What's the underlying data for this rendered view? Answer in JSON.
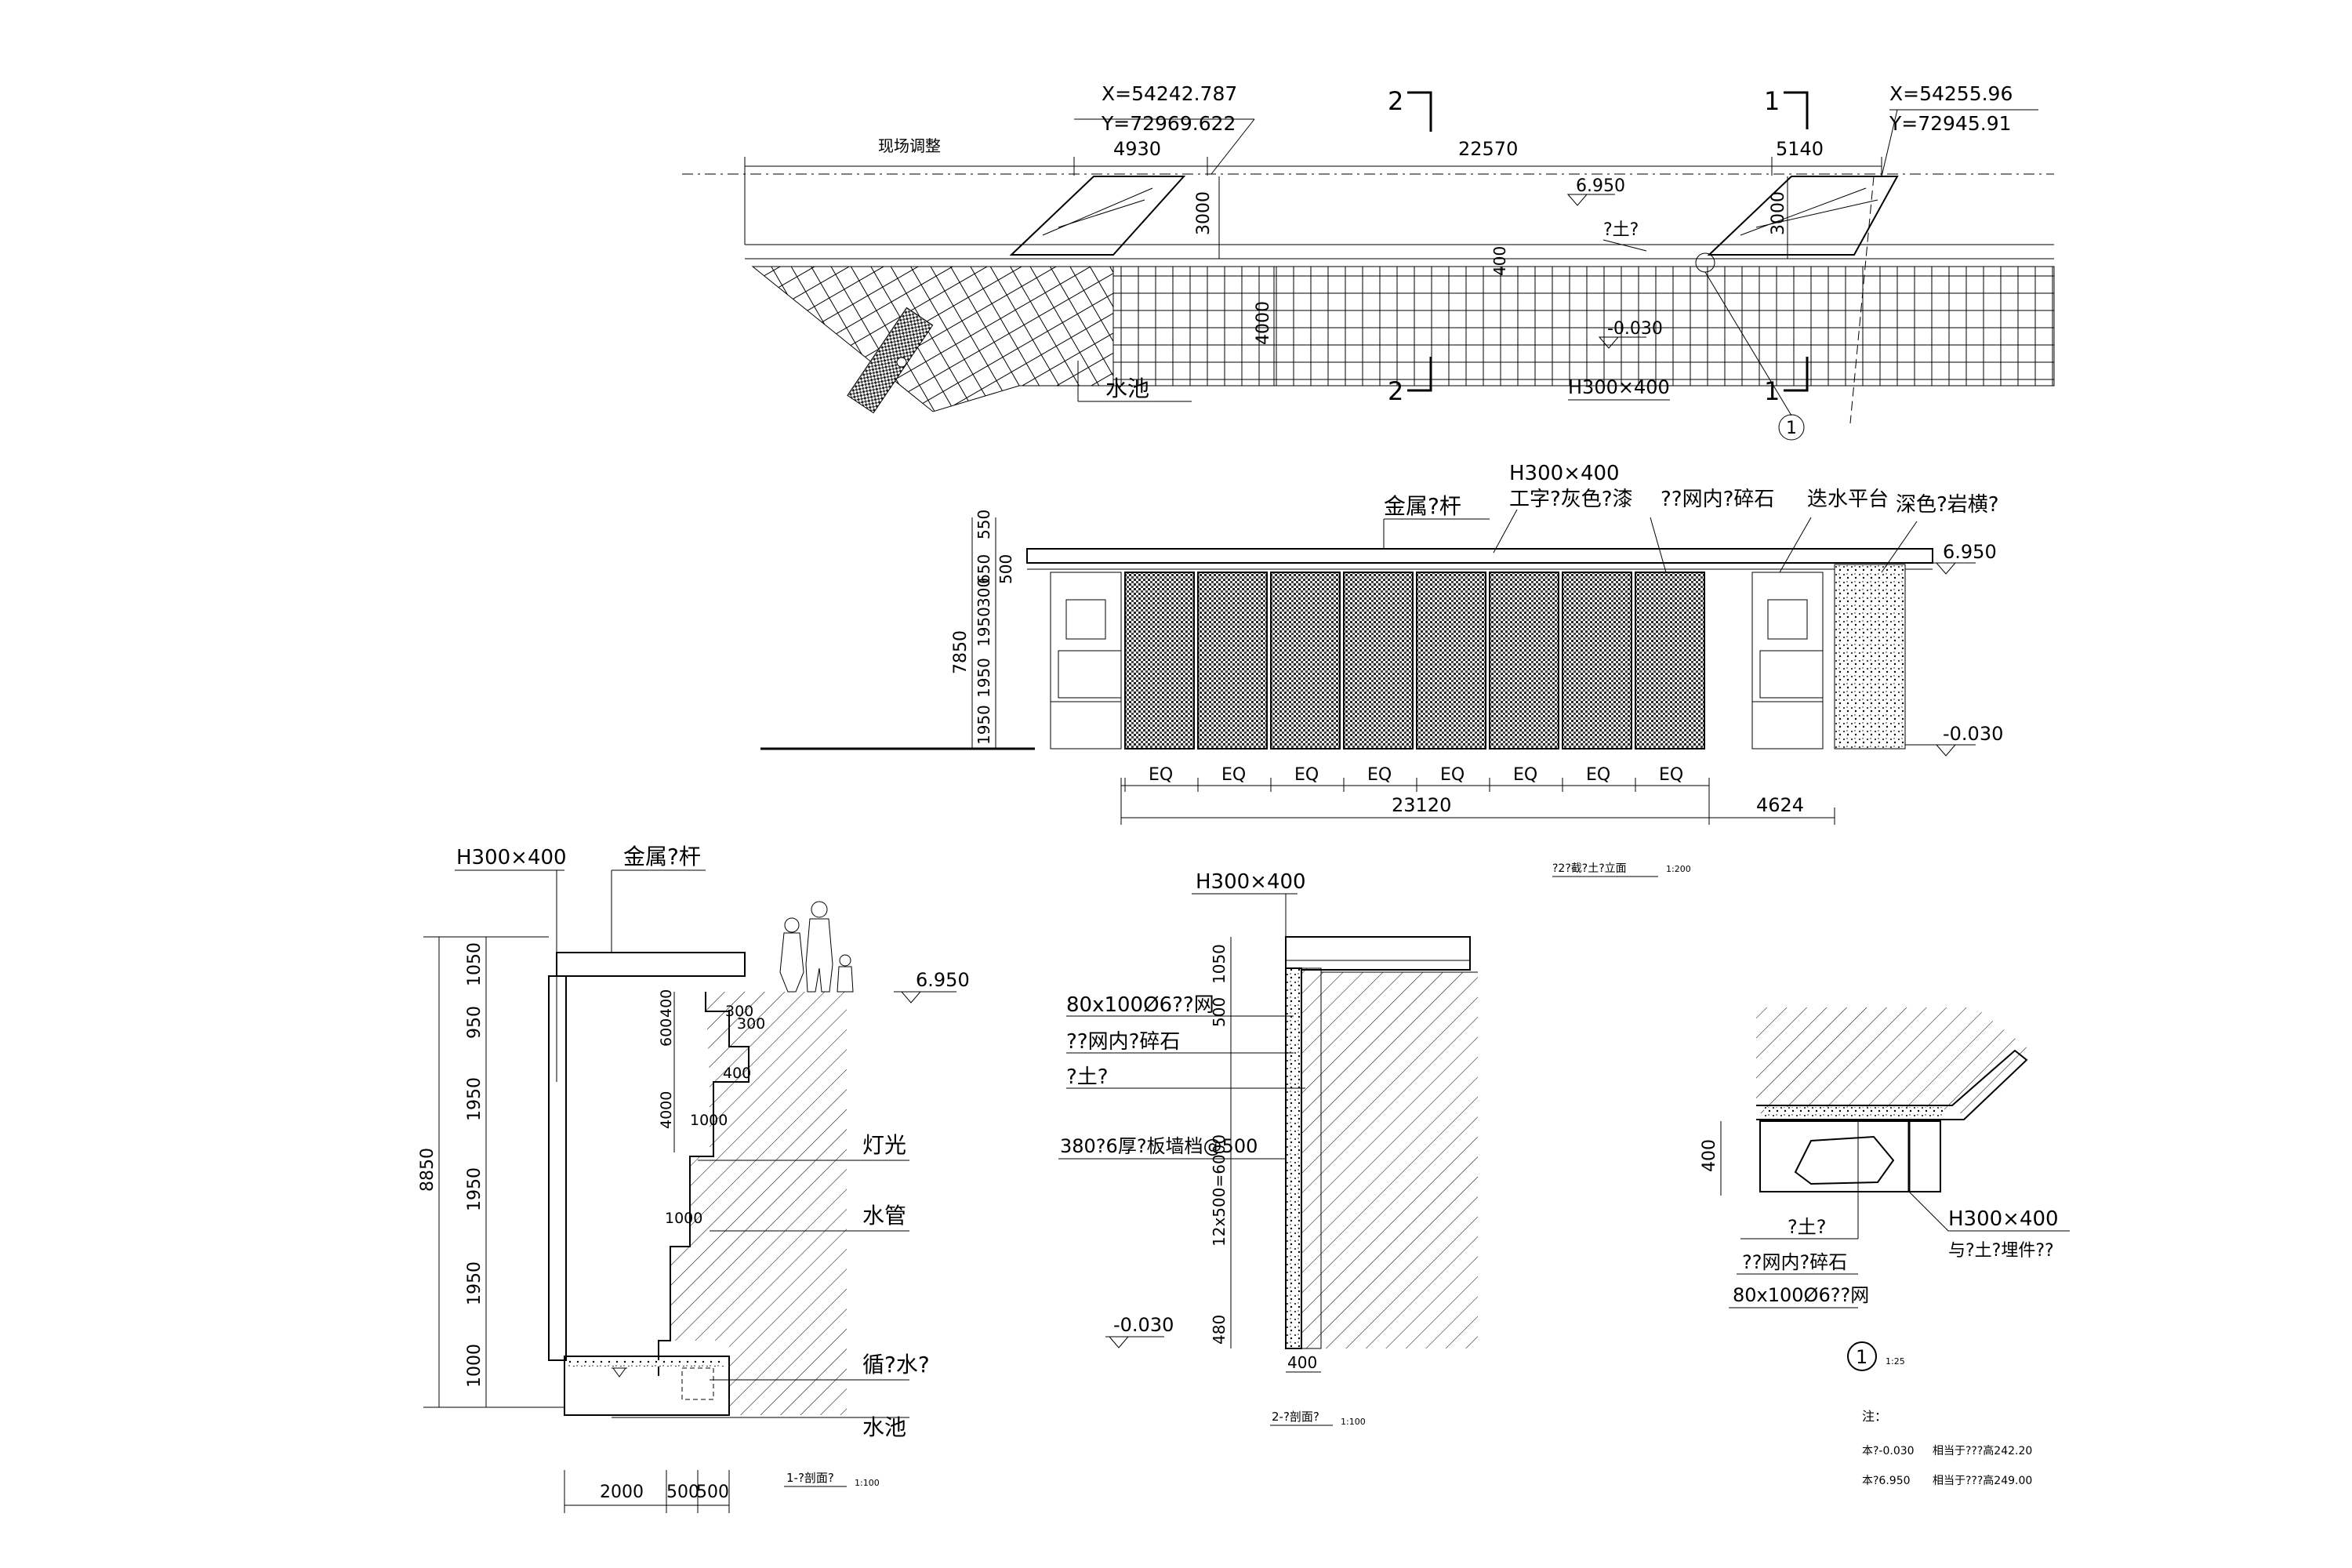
{
  "plan": {
    "coord_left": {
      "x": "X=54242.787",
      "y": "Y=72969.622"
    },
    "coord_right": {
      "x": "X=54255.96",
      "y": "Y=72945.91"
    },
    "field_adjust": "现场调整",
    "dims": {
      "d4930": "4930",
      "d22570": "22570",
      "d5140": "5140",
      "d3000a": "3000",
      "d3000b": "3000",
      "d4000": "4000",
      "d400": "400"
    },
    "section_mark_1": "1",
    "section_mark_2": "2",
    "elev_high": "6.950",
    "elev_low": "-0.030",
    "soil_label": "?土?",
    "pool_label": "水池",
    "beam_label": "H300×400",
    "detail_callout": "1"
  },
  "elevation": {
    "labels": {
      "rail": "金属?杆",
      "beam_line1": "H300×400",
      "beam_line2": "工字?灰色?漆",
      "gabion": "??网内?碎石",
      "platform": "迭水平台",
      "stone": "深色?岩横?"
    },
    "elev_high": "6.950",
    "elev_low": "-0.030",
    "left_dims": {
      "total": "7850",
      "a": "550",
      "b": "650",
      "c": "300",
      "d": "500",
      "e": "1950",
      "f": "1950",
      "g": "1950"
    },
    "eq_label": "EQ",
    "dim_total": "23120",
    "dim_right": "4624",
    "title": "?2?截?土?立面",
    "scale": "1:200"
  },
  "section1": {
    "beam": "H300×400",
    "rail": "金属?杆",
    "elev_top": "6.950",
    "dims_left": {
      "total": "8850",
      "a": "1050",
      "b": "950",
      "c": "1950",
      "d": "1950",
      "e": "1950",
      "f": "1000"
    },
    "dims_inner": {
      "a": "300",
      "b": "400",
      "c": "600",
      "d": "300",
      "e": "400",
      "f": "4000",
      "g": "1000",
      "h": "1000"
    },
    "dims_bottom": {
      "a": "2000",
      "b": "500",
      "c": "500"
    },
    "labels": {
      "light": "灯光",
      "pipe": "水管",
      "circulation": "循?水?",
      "pool": "水池"
    },
    "title": "1-?剖面?",
    "scale": "1:100"
  },
  "section2": {
    "beam": "H300×400",
    "labels": {
      "mesh": "80x100Ø6??网",
      "gabion": "??网内?碎石",
      "soil": "?土?",
      "board": "380?6厚?板墙档@500"
    },
    "dims": {
      "a": "1050",
      "b": "500",
      "c": "12x500=6000",
      "d": "480",
      "w": "400"
    },
    "elev_low": "-0.030",
    "title": "2-?剖面?",
    "scale": "1:100"
  },
  "detail": {
    "dim": "400",
    "labels": {
      "beam": "H300×400",
      "embed": "与?土?埋件??",
      "soil": "?土?",
      "gabion": "??网内?碎石",
      "mesh": "80x100Ø6??网"
    },
    "callout": "1",
    "scale": "1:25"
  },
  "notes": {
    "heading": "注：",
    "line1_a": "本?-0.030",
    "line1_b": "相当于???高242.20",
    "line2_a": "本?6.950",
    "line2_b": "相当于???高249.00"
  }
}
